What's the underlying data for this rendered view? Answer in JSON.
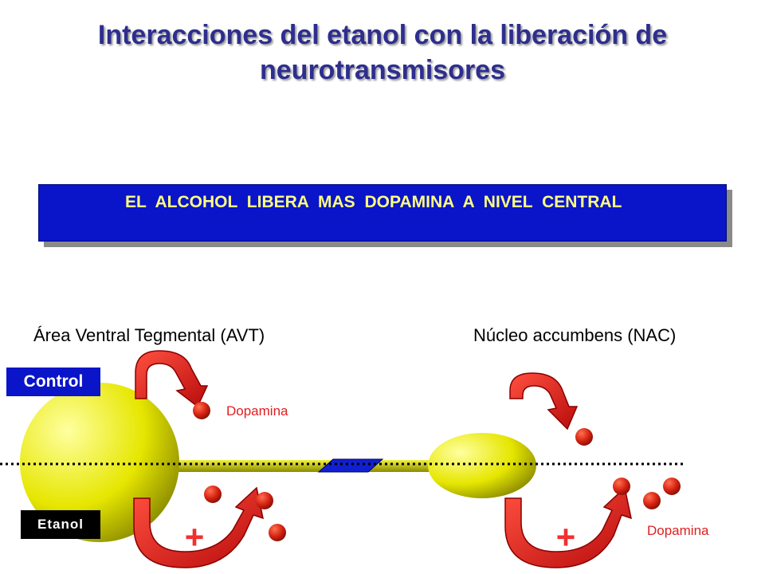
{
  "title": {
    "line1": "Interacciones del etanol con la liberación de",
    "line2": "neurotransmisores"
  },
  "banner": {
    "text": "EL ALCOHOL LIBERA MAS DOPAMINA A NIVEL CENTRAL"
  },
  "regions": {
    "avt": "Área Ventral Tegmental (AVT)",
    "nac": "Núcleo accumbens (NAC)"
  },
  "conditions": {
    "control": "Control",
    "etanol": "Etanol"
  },
  "labels": {
    "dopamina_top": "Dopamina",
    "dopamina_bottom": "Dopamina",
    "plus_left": "+",
    "plus_right": "+"
  },
  "colors": {
    "title": "#2e2e8e",
    "banner": "#0a14c8",
    "banner_text": "#ffff80",
    "neuron": "#e6e600",
    "arrow": "#e01818",
    "dopamine": "#d42010"
  },
  "icons": [
    "curved-arrow-icon",
    "dopamine-molecule-icon",
    "plus-icon"
  ]
}
